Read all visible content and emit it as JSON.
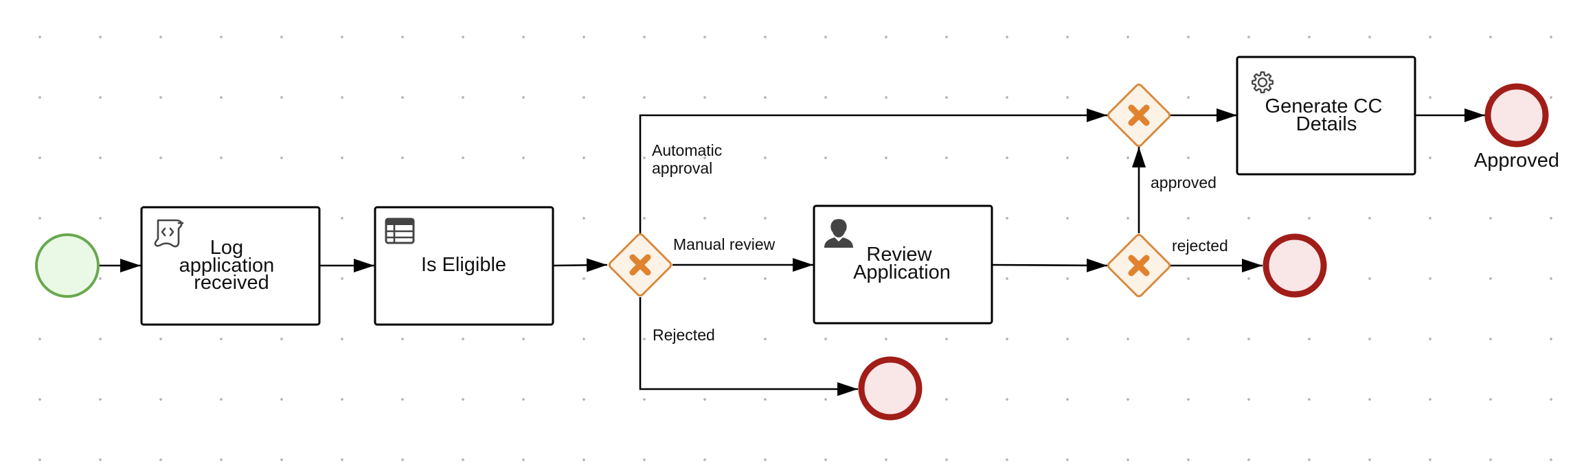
{
  "colors": {
    "start_stroke": "#68a84f",
    "start_fill": "#eaf9e6",
    "end_stroke": "#a11d18",
    "end_fill": "#f9e6e7",
    "gateway_stroke": "#d88a3f",
    "gateway_fill": "#fdf2e6",
    "gateway_marker": "#e0822e",
    "icon": "#444444"
  },
  "tasks": {
    "log_application": {
      "lines": [
        "Log",
        "application",
        "received"
      ],
      "icon": "script-icon"
    },
    "is_eligible": {
      "lines": [
        "Is Eligible"
      ],
      "icon": "decision-table-icon"
    },
    "review_application": {
      "lines": [
        "Review",
        "Application"
      ],
      "icon": "user-icon"
    },
    "generate_cc_details": {
      "lines": [
        "Generate CC",
        "Details"
      ],
      "icon": "gear-icon"
    }
  },
  "gateways": {
    "eligibility": {
      "marker": "x-icon"
    },
    "review_decision": {
      "marker": "x-icon"
    },
    "merge": {
      "marker": "x-icon"
    }
  },
  "events": {
    "approved_label": "Approved"
  },
  "flows": {
    "automatic_approval": [
      "Automatic",
      "approval"
    ],
    "manual_review": "Manual review",
    "rejected_eligibility": "Rejected",
    "approved": "approved",
    "rejected_review": "rejected"
  }
}
